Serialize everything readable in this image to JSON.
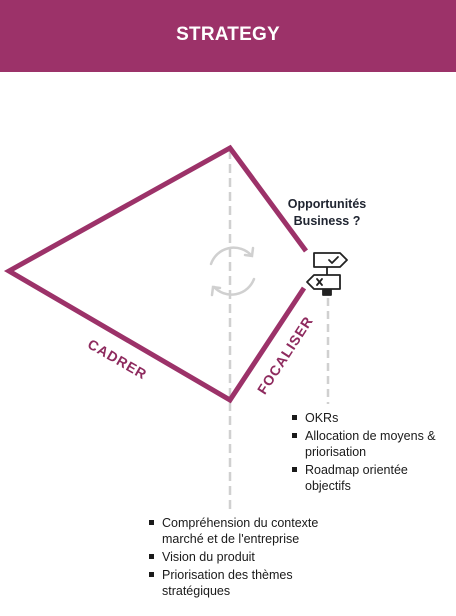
{
  "header": {
    "title": "STRATEGY"
  },
  "colors": {
    "accent": "#9c3269",
    "accent_dark": "#8e2a5e",
    "guide": "#d0d0d0",
    "icon": "#222222"
  },
  "diagram": {
    "label_left": "CADRER",
    "label_right": "FOCALISER",
    "opportunities": [
      "Opportunités",
      "Business ?"
    ]
  },
  "right_list": [
    "OKRs",
    "Allocation de moyens & priorisation",
    "Roadmap orientée objectifs"
  ],
  "bottom_list": [
    "Compréhension du contexte marché et de l'entreprise",
    "Vision du produit",
    "Priorisation des thèmes stratégiques"
  ],
  "icons": {
    "center": "refresh-cycle-icon",
    "signpost": "signpost-icon"
  }
}
